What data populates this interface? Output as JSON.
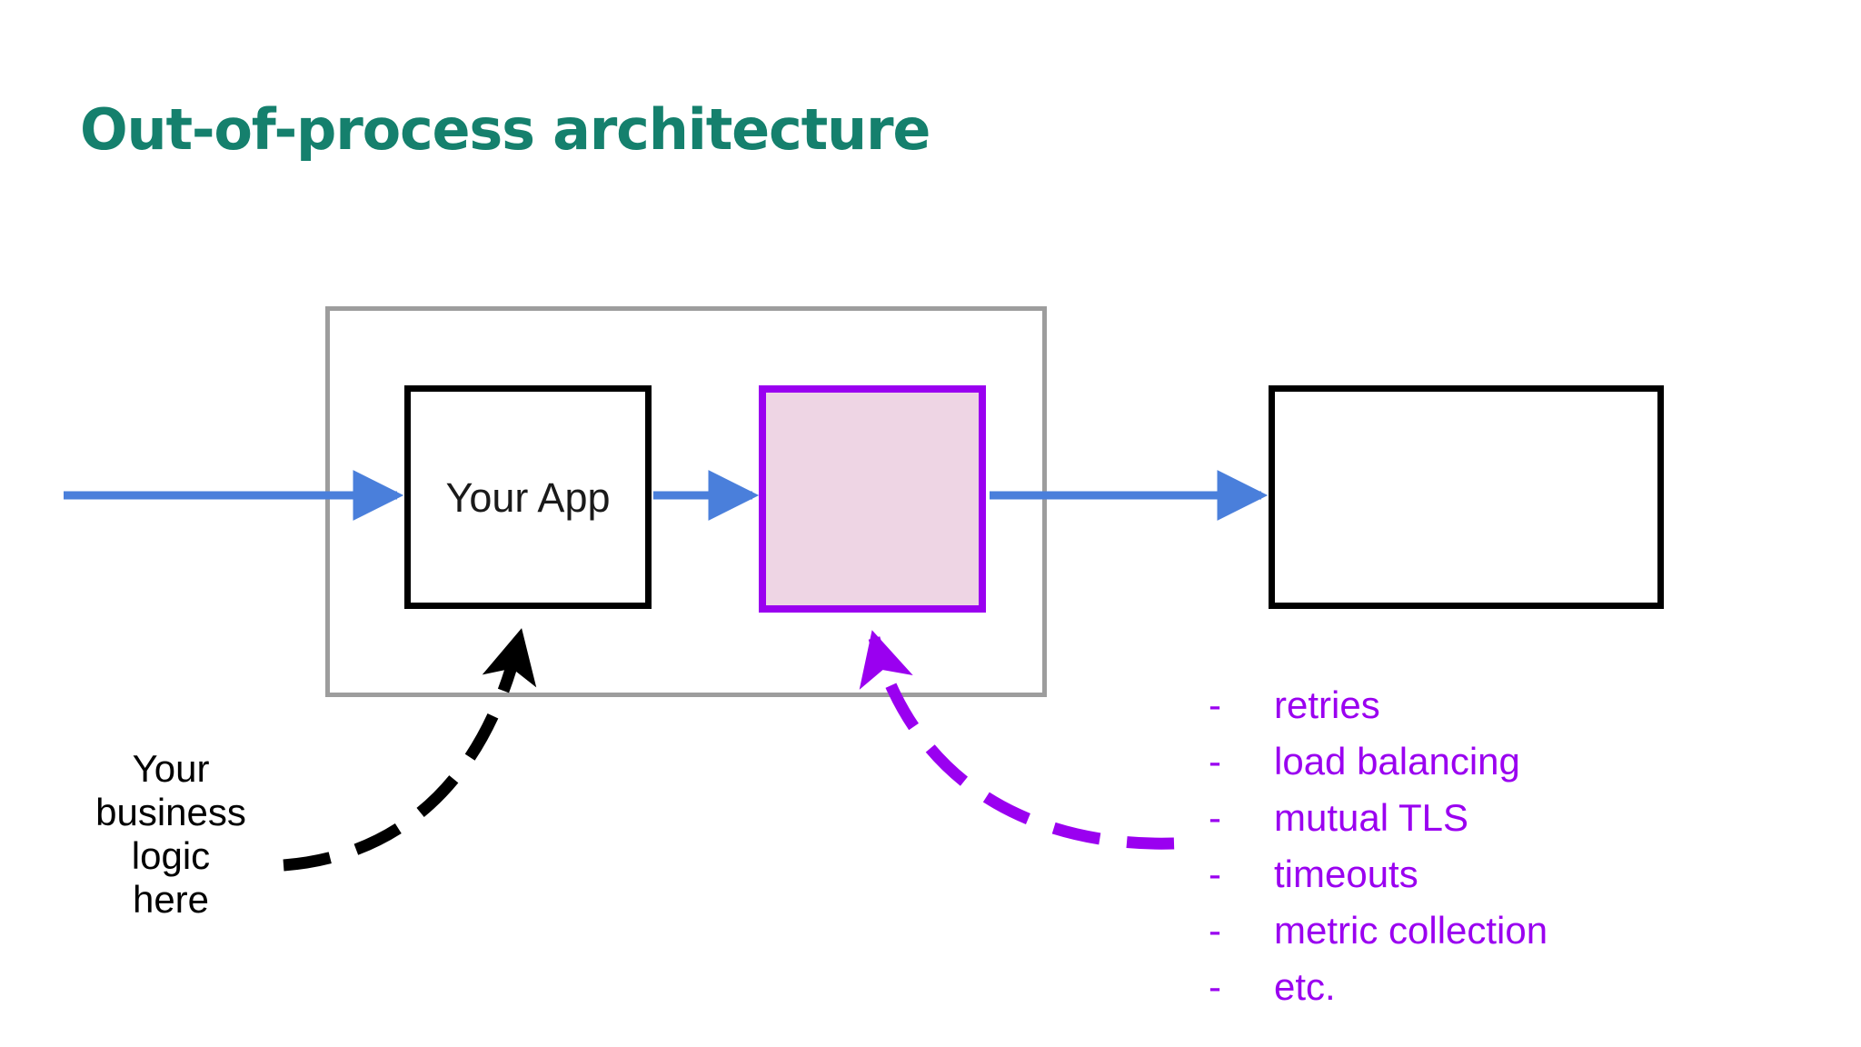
{
  "slide": {
    "title": "Out-of-process architecture",
    "background_color": "#ffffff"
  },
  "diagram": {
    "outer_container": {
      "name": "pod-boundary",
      "border_color": "#9d9d9d",
      "label": ""
    },
    "app_box": {
      "label": "Your App",
      "border_color": "#000000",
      "fill_color": "#ffffff"
    },
    "sidecar_box": {
      "label": "",
      "border_color": "#9a00f0",
      "fill_color": "#eed5e4"
    },
    "service_box": {
      "label": "",
      "border_color": "#000000",
      "fill_color": "#ffffff"
    },
    "flow_arrow_color": "#4a7fdb",
    "business_arrow_color": "#000000",
    "capability_arrow_color": "#9a00f0"
  },
  "business_note": {
    "lines": [
      "Your",
      "business",
      "logic",
      "here"
    ],
    "color": "#000000"
  },
  "capabilities": {
    "bullet": "-",
    "color": "#9a00f0",
    "items": [
      "retries",
      "load balancing",
      "mutual TLS",
      "timeouts",
      "metric collection",
      "etc."
    ]
  },
  "colors": {
    "title_teal": "#15806d",
    "purple": "#9a00f0",
    "pink_fill": "#eed5e4",
    "blue_arrow": "#4a7fdb",
    "gray_border": "#9d9d9d"
  }
}
